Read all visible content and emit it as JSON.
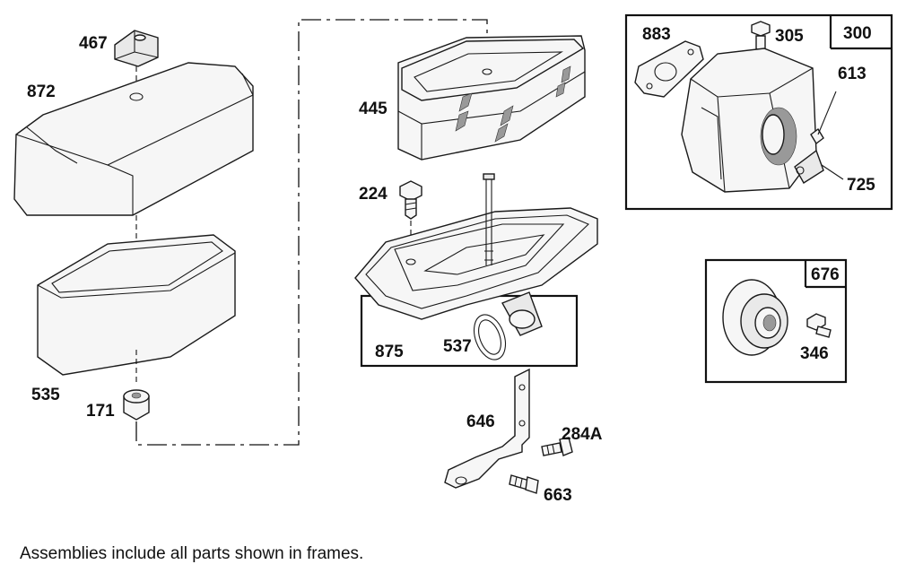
{
  "callouts": {
    "p467": "467",
    "p872": "872",
    "p535": "535",
    "p171": "171",
    "p445": "445",
    "p224": "224",
    "p875": "875",
    "p537": "537",
    "p646": "646",
    "p284A": "284A",
    "p663": "663",
    "p300": "300",
    "p883": "883",
    "p305": "305",
    "p613": "613",
    "p725": "725",
    "p676": "676",
    "p346": "346"
  },
  "caption": "Assemblies include all parts shown in frames.",
  "colors": {
    "line": "#1a1a1a",
    "fill": "#f6f6f6",
    "background": "#ffffff"
  }
}
